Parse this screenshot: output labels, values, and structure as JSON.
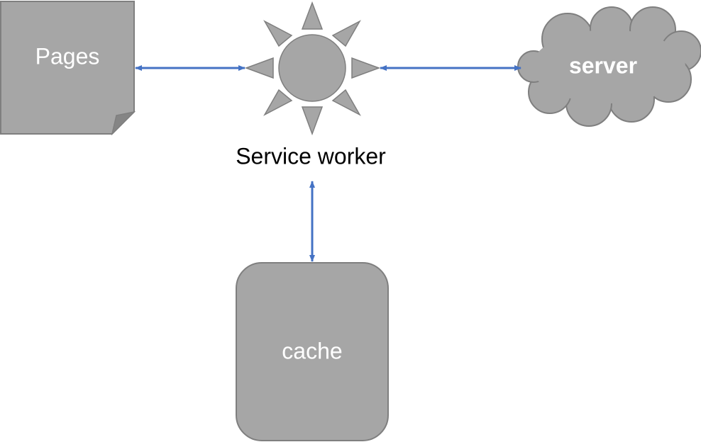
{
  "colors": {
    "shape_fill": "#a6a6a6",
    "shape_stroke": "#7f7f7f",
    "fold_fill": "#858585",
    "arrow": "#4472c4",
    "label_text": "#ffffff",
    "caption_text": "#000000"
  },
  "nodes": {
    "pages": {
      "label": "Pages",
      "shape": "folded-page"
    },
    "service_worker": {
      "label": "Service worker",
      "shape": "sun"
    },
    "server": {
      "label": "server",
      "shape": "cloud"
    },
    "cache": {
      "label": "cache",
      "shape": "rounded-rectangle"
    }
  },
  "edges": [
    {
      "from": "pages",
      "to": "service_worker",
      "direction": "both"
    },
    {
      "from": "service_worker",
      "to": "server",
      "direction": "both"
    },
    {
      "from": "service_worker",
      "to": "cache",
      "direction": "both"
    }
  ]
}
